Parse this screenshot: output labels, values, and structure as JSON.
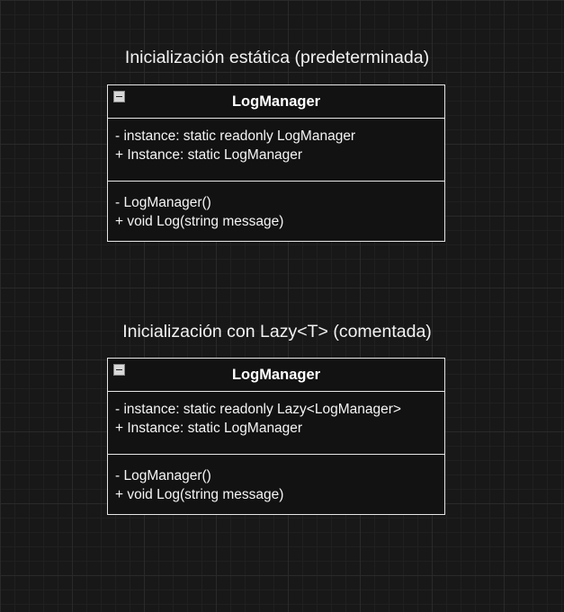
{
  "diagrams": [
    {
      "title": "Inicialización estática (predeterminada)",
      "class": {
        "name": "LogManager",
        "attributes": [
          "- instance: static readonly LogManager",
          "+ Instance: static LogManager"
        ],
        "operations": [
          "- LogManager()",
          "+ void Log(string message)"
        ]
      }
    },
    {
      "title": "Inicialización con Lazy<T> (comentada)",
      "class": {
        "name": "LogManager",
        "attributes": [
          "- instance: static readonly Lazy<LogManager>",
          "+ Instance: static LogManager"
        ],
        "operations": [
          "- LogManager()",
          "+ void Log(string message)"
        ]
      }
    }
  ],
  "icons": {
    "collapse": "minus-square-icon"
  },
  "colors": {
    "background": "#181818",
    "box_fill": "#121212",
    "border": "#e6e6e6",
    "text": "#ffffff"
  }
}
